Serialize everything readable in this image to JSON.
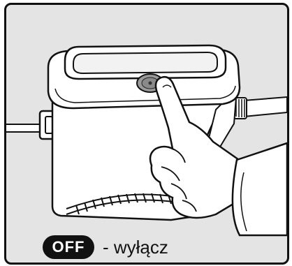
{
  "illustration": {
    "subject": "power-supply-unit",
    "action": "finger-pressing-power-button"
  },
  "caption": {
    "badge_label": "OFF",
    "text": "- wyłącz"
  }
}
